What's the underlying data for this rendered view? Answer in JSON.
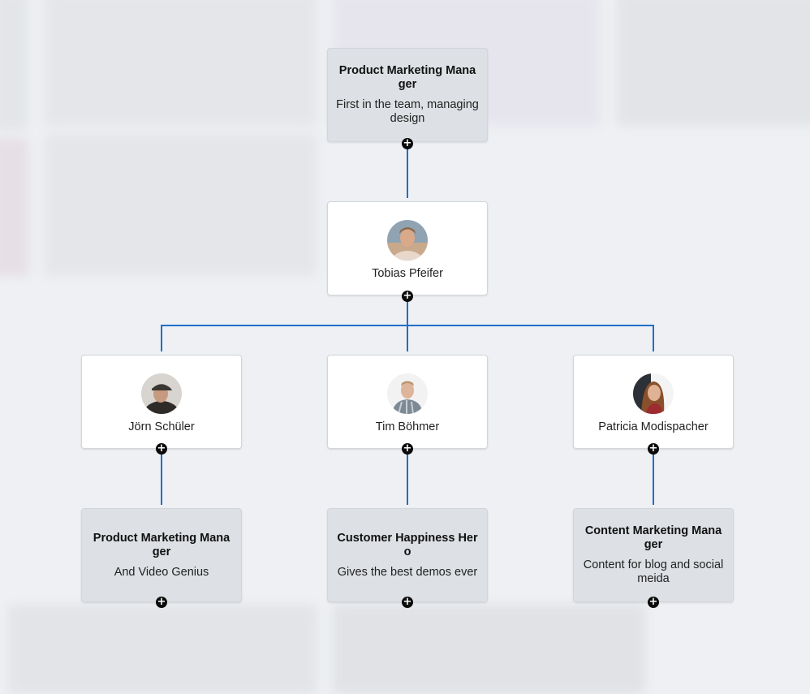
{
  "chart": {
    "root": {
      "title": "Product Marketing Manager",
      "description": "First in the team, managing design"
    },
    "manager": {
      "name": "Tobias Pfeifer",
      "avatar_icon": "person-avatar-icon"
    },
    "reports": [
      {
        "name": "Jörn Schüler",
        "role_title": "Product Marketing Manager",
        "role_description": "And Video Genius"
      },
      {
        "name": "Tim Böhmer",
        "role_title": "Customer Happiness Hero",
        "role_description": "Gives the best demos ever"
      },
      {
        "name": "Patricia Modispacher",
        "role_title": "Content Marketing Manager",
        "role_description": "Content for blog and social meida"
      }
    ],
    "expand_symbol": "+"
  },
  "colors": {
    "connector": "#1f6fc9",
    "role_card": "#dde0e4",
    "person_card": "#ffffff",
    "background": "#eef0f3"
  }
}
